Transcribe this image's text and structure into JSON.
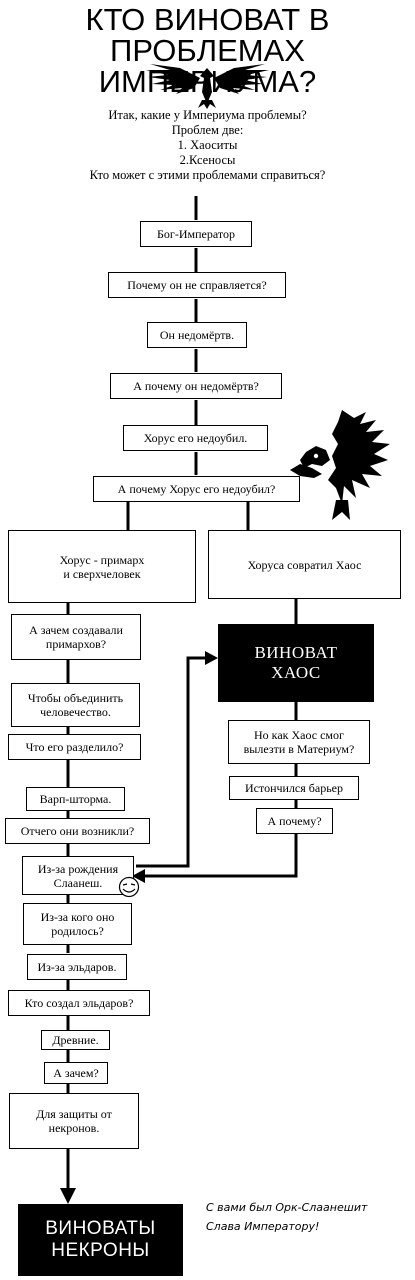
{
  "title_lines": [
    "КТО ВИНОВАТ В ПРОБЛЕМАХ",
    "ИМПЕРИУМА?"
  ],
  "intro_lines": [
    "Итак, какие у Империума проблемы?",
    "Проблем две:",
    "1. Хаоситы",
    "2.Ксеносы",
    "Кто может с этими проблемами справиться?"
  ],
  "nodes": {
    "god_emperor": "Бог-Император",
    "why_not_coping": "Почему он не справляется?",
    "half_dead": "Он недомёртв.",
    "why_half_dead": "А почему он недомёртв?",
    "horus_underkilled": "Хорус его недоубил.",
    "why_horus_underkilled": "А почему Хорус его недоубил?",
    "horus_primarch": "Хорус - примарх\nи сверхчеловек",
    "horus_corrupted": "Хоруса совратил Хаос",
    "chaos_guilty": "ВИНОВАТ\nХАОС",
    "why_primarchs": "А зачем создавали\nпримархов?",
    "unite_humanity": "Чтобы объединить\nчеловечество.",
    "what_divided": "Что его разделило?",
    "warp_storms": "Варп-шторма.",
    "why_storms": "Отчего они возникли?",
    "slaanesh_birth": "Из-за рождения\nСлаанеш.",
    "because_of_whom": "Из-за кого оно\nродилось?",
    "eldar": "Из-за эльдаров.",
    "who_made_eldar": "Кто создал эльдаров?",
    "ancients": "Древние.",
    "why": "А зачем?",
    "protect_necrons": "Для защиты от\nнекронов.",
    "necrons_guilty": "ВИНОВАТЫ\nНЕКРОНЫ",
    "how_chaos_escaped": "Но как Хаос смог\nвылезти в Материум?",
    "barrier_thinned": "Истончился барьер",
    "why_q": "А почему?"
  },
  "signoff_lines": [
    "С вами был Орк-Слаанешит",
    "Слава Императору!"
  ]
}
